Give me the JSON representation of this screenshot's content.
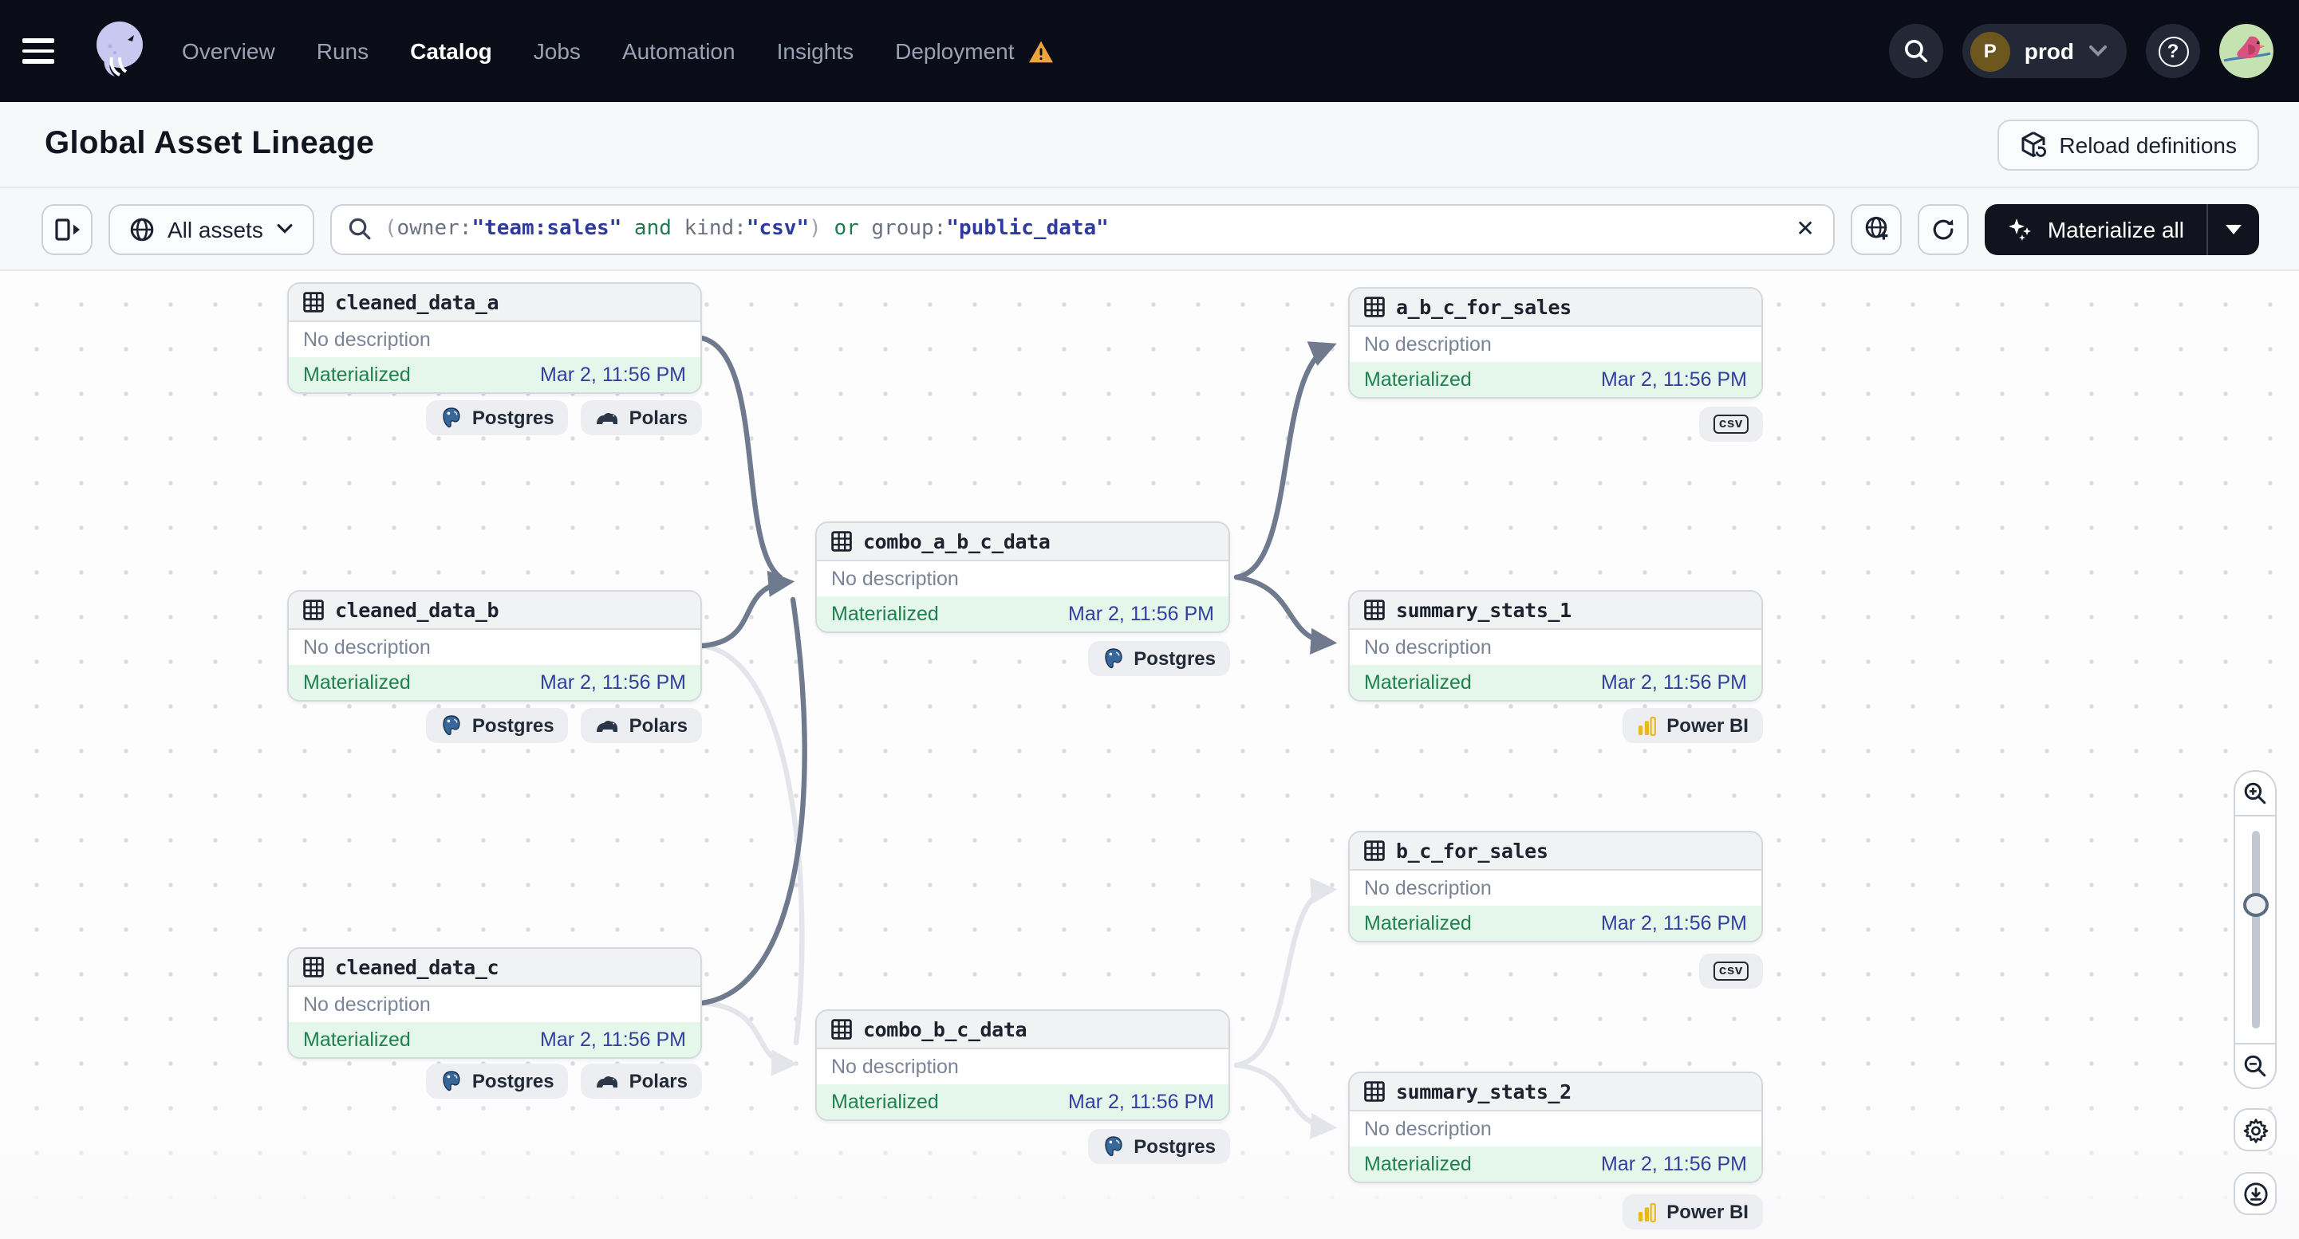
{
  "nav": {
    "items": [
      "Overview",
      "Runs",
      "Catalog",
      "Jobs",
      "Automation",
      "Insights",
      "Deployment"
    ],
    "active": "Catalog",
    "env_initial": "P",
    "env_name": "prod",
    "help_glyph": "?"
  },
  "header": {
    "title": "Global Asset Lineage",
    "reload_label": "Reload definitions"
  },
  "toolbar": {
    "scope_label": "All assets",
    "query_text": "(owner:\"team:sales\" and kind:\"csv\") or group:\"public_data\"",
    "query_parts": [
      {
        "role": "punct",
        "text": "("
      },
      {
        "role": "key",
        "text": "owner:"
      },
      {
        "role": "value",
        "text": "\"team:sales\""
      },
      {
        "role": "op",
        "text": " and "
      },
      {
        "role": "key",
        "text": "kind:"
      },
      {
        "role": "value",
        "text": "\"csv\""
      },
      {
        "role": "punct",
        "text": ") "
      },
      {
        "role": "op",
        "text": "or "
      },
      {
        "role": "key",
        "text": "group:"
      },
      {
        "role": "value",
        "text": "\"public_data\""
      }
    ],
    "materialize_label": "Materialize all"
  },
  "graph": {
    "nodes": [
      {
        "name": "cleaned_data_a",
        "description": "No description",
        "status": "Materialized",
        "timestamp": "Mar 2, 11:56 PM",
        "tags": [
          {
            "kind": "postgres",
            "label": "Postgres"
          },
          {
            "kind": "polars",
            "label": "Polars"
          }
        ]
      },
      {
        "name": "cleaned_data_b",
        "description": "No description",
        "status": "Materialized",
        "timestamp": "Mar 2, 11:56 PM",
        "tags": [
          {
            "kind": "postgres",
            "label": "Postgres"
          },
          {
            "kind": "polars",
            "label": "Polars"
          }
        ]
      },
      {
        "name": "cleaned_data_c",
        "description": "No description",
        "status": "Materialized",
        "timestamp": "Mar 2, 11:56 PM",
        "tags": [
          {
            "kind": "postgres",
            "label": "Postgres"
          },
          {
            "kind": "polars",
            "label": "Polars"
          }
        ]
      },
      {
        "name": "combo_a_b_c_data",
        "description": "No description",
        "status": "Materialized",
        "timestamp": "Mar 2, 11:56 PM",
        "tags": [
          {
            "kind": "postgres",
            "label": "Postgres"
          }
        ]
      },
      {
        "name": "combo_b_c_data",
        "description": "No description",
        "status": "Materialized",
        "timestamp": "Mar 2, 11:56 PM",
        "tags": [
          {
            "kind": "postgres",
            "label": "Postgres"
          }
        ]
      },
      {
        "name": "a_b_c_for_sales",
        "description": "No description",
        "status": "Materialized",
        "timestamp": "Mar 2, 11:56 PM",
        "tags": [
          {
            "kind": "csv",
            "label": "csv"
          }
        ]
      },
      {
        "name": "summary_stats_1",
        "description": "No description",
        "status": "Materialized",
        "timestamp": "Mar 2, 11:56 PM",
        "tags": [
          {
            "kind": "powerbi",
            "label": "Power BI"
          }
        ]
      },
      {
        "name": "b_c_for_sales",
        "description": "No description",
        "status": "Materialized",
        "timestamp": "Mar 2, 11:56 PM",
        "tags": [
          {
            "kind": "csv",
            "label": "csv"
          }
        ]
      },
      {
        "name": "summary_stats_2",
        "description": "No description",
        "status": "Materialized",
        "timestamp": "Mar 2, 11:56 PM",
        "tags": [
          {
            "kind": "powerbi",
            "label": "Power BI"
          }
        ]
      }
    ],
    "edges": [
      {
        "from": "cleaned_data_a",
        "to": "combo_a_b_c_data",
        "state": "active"
      },
      {
        "from": "cleaned_data_b",
        "to": "combo_a_b_c_data",
        "state": "active"
      },
      {
        "from": "cleaned_data_c",
        "to": "combo_a_b_c_data",
        "state": "active"
      },
      {
        "from": "combo_a_b_c_data",
        "to": "a_b_c_for_sales",
        "state": "active"
      },
      {
        "from": "combo_a_b_c_data",
        "to": "summary_stats_1",
        "state": "active"
      },
      {
        "from": "cleaned_data_b",
        "to": "combo_b_c_data",
        "state": "inactive"
      },
      {
        "from": "cleaned_data_c",
        "to": "combo_b_c_data",
        "state": "inactive"
      },
      {
        "from": "combo_b_c_data",
        "to": "b_c_for_sales",
        "state": "inactive"
      },
      {
        "from": "combo_b_c_data",
        "to": "summary_stats_2",
        "state": "inactive"
      }
    ]
  },
  "colors": {
    "nav_bg": "#0a0d18",
    "accent_warning": "#eda43b",
    "status_green": "#1f8150",
    "status_bg": "#e5f6ea",
    "timestamp_blue": "#333f9e",
    "edge_active": "#6f7a8e",
    "edge_inactive": "#e3e5ea",
    "postgres_blue": "#38689b",
    "powerbi_yellow": "#e8b821"
  }
}
